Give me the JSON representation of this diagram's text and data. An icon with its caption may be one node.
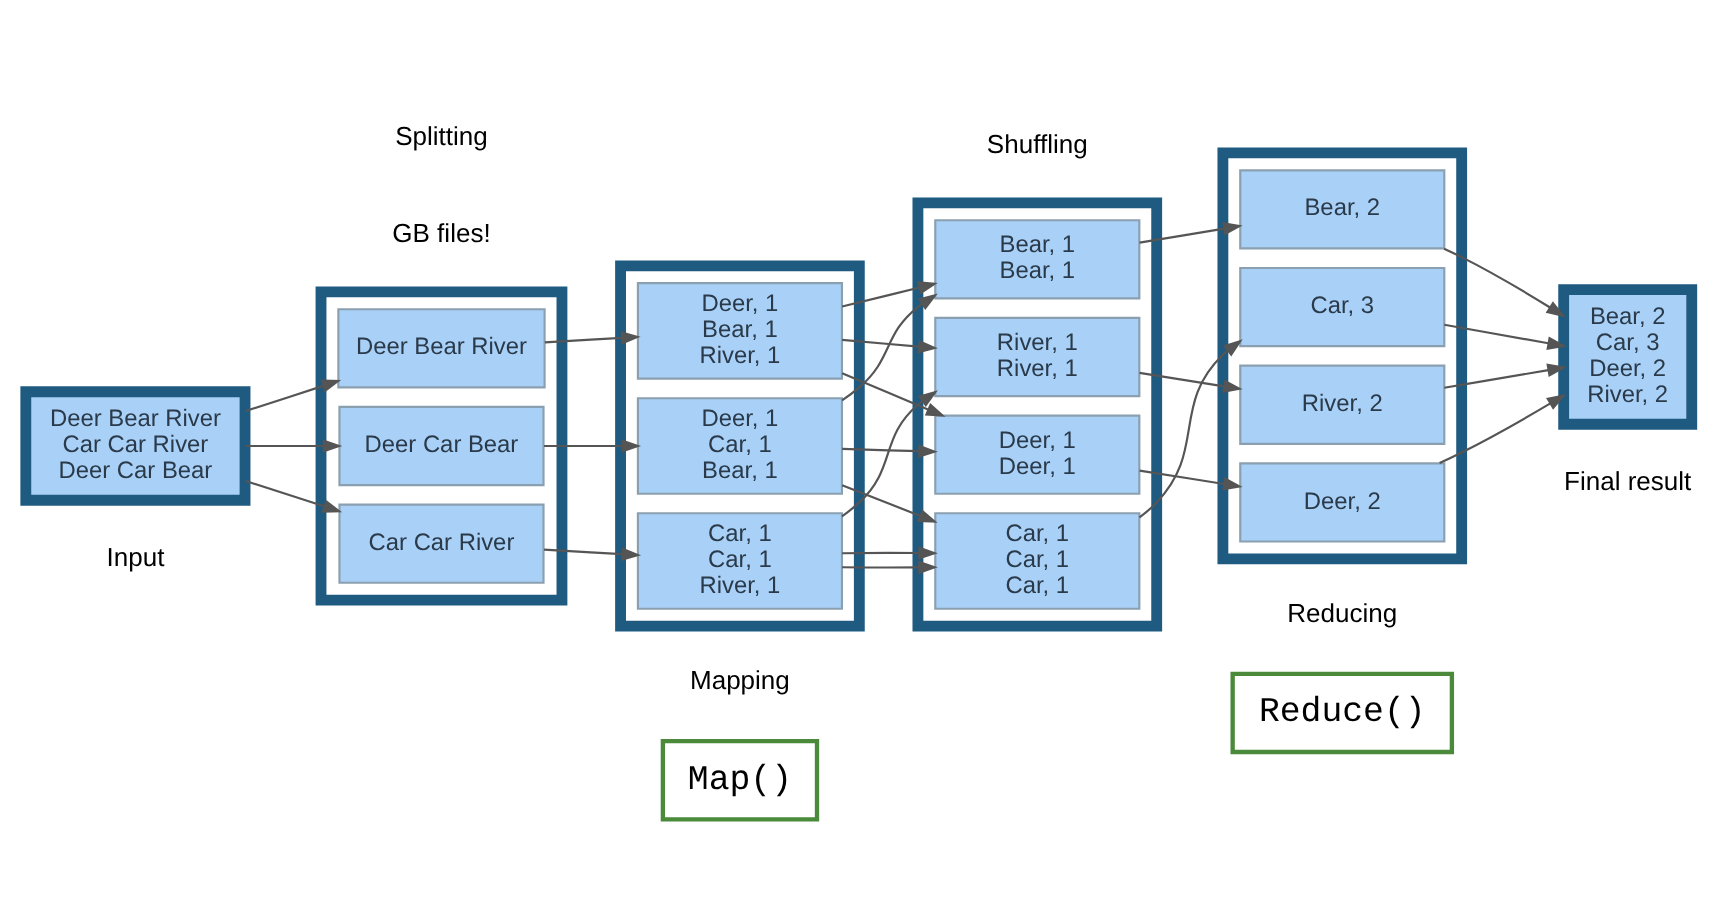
{
  "diagram": {
    "nodes": [
      {
        "text": [
          "Map()"
        ]
      },
      {
        "text": [
          "Reduce()"
        ]
      },
      {
        "text": [
          "Deer Bear River",
          "Car Car River",
          "Deer Car Bear"
        ]
      },
      {
        "text": [],
        "shape": "box"
      },
      {
        "text": [
          "Deer Bear River"
        ],
        "in": 3
      },
      {
        "text": [
          "Car Car River"
        ],
        "in": 3
      },
      {
        "text": [
          "Deer Car Bear"
        ],
        "in": 3
      },
      {
        "text": [],
        "shape": "box"
      },
      {
        "text": [
          "Deer, 1",
          "Bear, 1",
          "River, 1"
        ],
        "in": 7
      },
      {
        "text": [
          "Car, 1",
          "Car, 1",
          "River, 1"
        ],
        "in": 7
      },
      {
        "text": [
          "Deer, 1",
          "Car, 1",
          "Bear, 1"
        ],
        "in": 7
      },
      {
        "text": [],
        "shape": "box"
      },
      {
        "text": [
          "Bear, 1",
          "Bear, 1"
        ],
        "in": 11
      },
      {
        "text": [
          "Car, 1",
          "Car, 1",
          "Car, 1"
        ],
        "in": 11
      },
      {
        "text": [
          "Deer, 1",
          "Deer, 1"
        ],
        "in": 11
      },
      {
        "text": [
          "River, 1",
          "River, 1"
        ],
        "in": 11
      },
      {
        "text": [],
        "shape": "box"
      },
      {
        "text": [
          "Bear, 2"
        ],
        "in": 16
      },
      {
        "text": [
          "Car, 3"
        ],
        "in": 16
      },
      {
        "text": [
          "Deer, 2"
        ],
        "in": 16
      },
      {
        "text": [
          "River, 2"
        ],
        "in": 16
      },
      {
        "text": [
          "Bear, 2",
          "Car, 3",
          "Deer, 2",
          "River, 2"
        ]
      }
    ],
    "edges": [
      {
        "from": 2,
        "to": 4,
        "arrow": "to"
      },
      {
        "from": 2,
        "to": 5,
        "arrow": "to"
      },
      {
        "from": 2,
        "to": 6,
        "arrow": "to"
      },
      {
        "from": 4,
        "to": 8,
        "arrow": "to"
      },
      {
        "from": 5,
        "to": 9,
        "arrow": "to"
      },
      {
        "from": 6,
        "to": 10,
        "arrow": "to"
      },
      {
        "from": 8,
        "to": 12,
        "arrow": "to"
      },
      {
        "from": 8,
        "to": 14,
        "arrow": "to"
      },
      {
        "from": 8,
        "to": 15,
        "arrow": "to"
      },
      {
        "from": 9,
        "to": 13,
        "arrow": "to"
      },
      {
        "from": 9,
        "to": 13,
        "arrow": "to"
      },
      {
        "from": 9,
        "to": 15,
        "arrow": "to"
      },
      {
        "from": 10,
        "to": 12,
        "arrow": "to"
      },
      {
        "from": 10,
        "to": 13,
        "arrow": "to"
      },
      {
        "from": 10,
        "to": 14,
        "arrow": "to"
      },
      {
        "from": 12,
        "to": 17,
        "arrow": "to"
      },
      {
        "from": 13,
        "to": 18,
        "arrow": "to"
      },
      {
        "from": 14,
        "to": 19,
        "arrow": "to"
      },
      {
        "from": 15,
        "to": 20,
        "arrow": "to"
      },
      {
        "from": 17,
        "to": 21,
        "arrow": "to"
      },
      {
        "from": 18,
        "to": 21,
        "arrow": "to"
      },
      {
        "from": 19,
        "to": 21,
        "arrow": "to"
      },
      {
        "from": 20,
        "to": 21,
        "arrow": "to"
      }
    ],
    "labels": [
      "Input",
      "Splitting",
      "Mapping",
      "Shuffling",
      "Reducing",
      "Final result",
      "GB files!"
    ]
  }
}
